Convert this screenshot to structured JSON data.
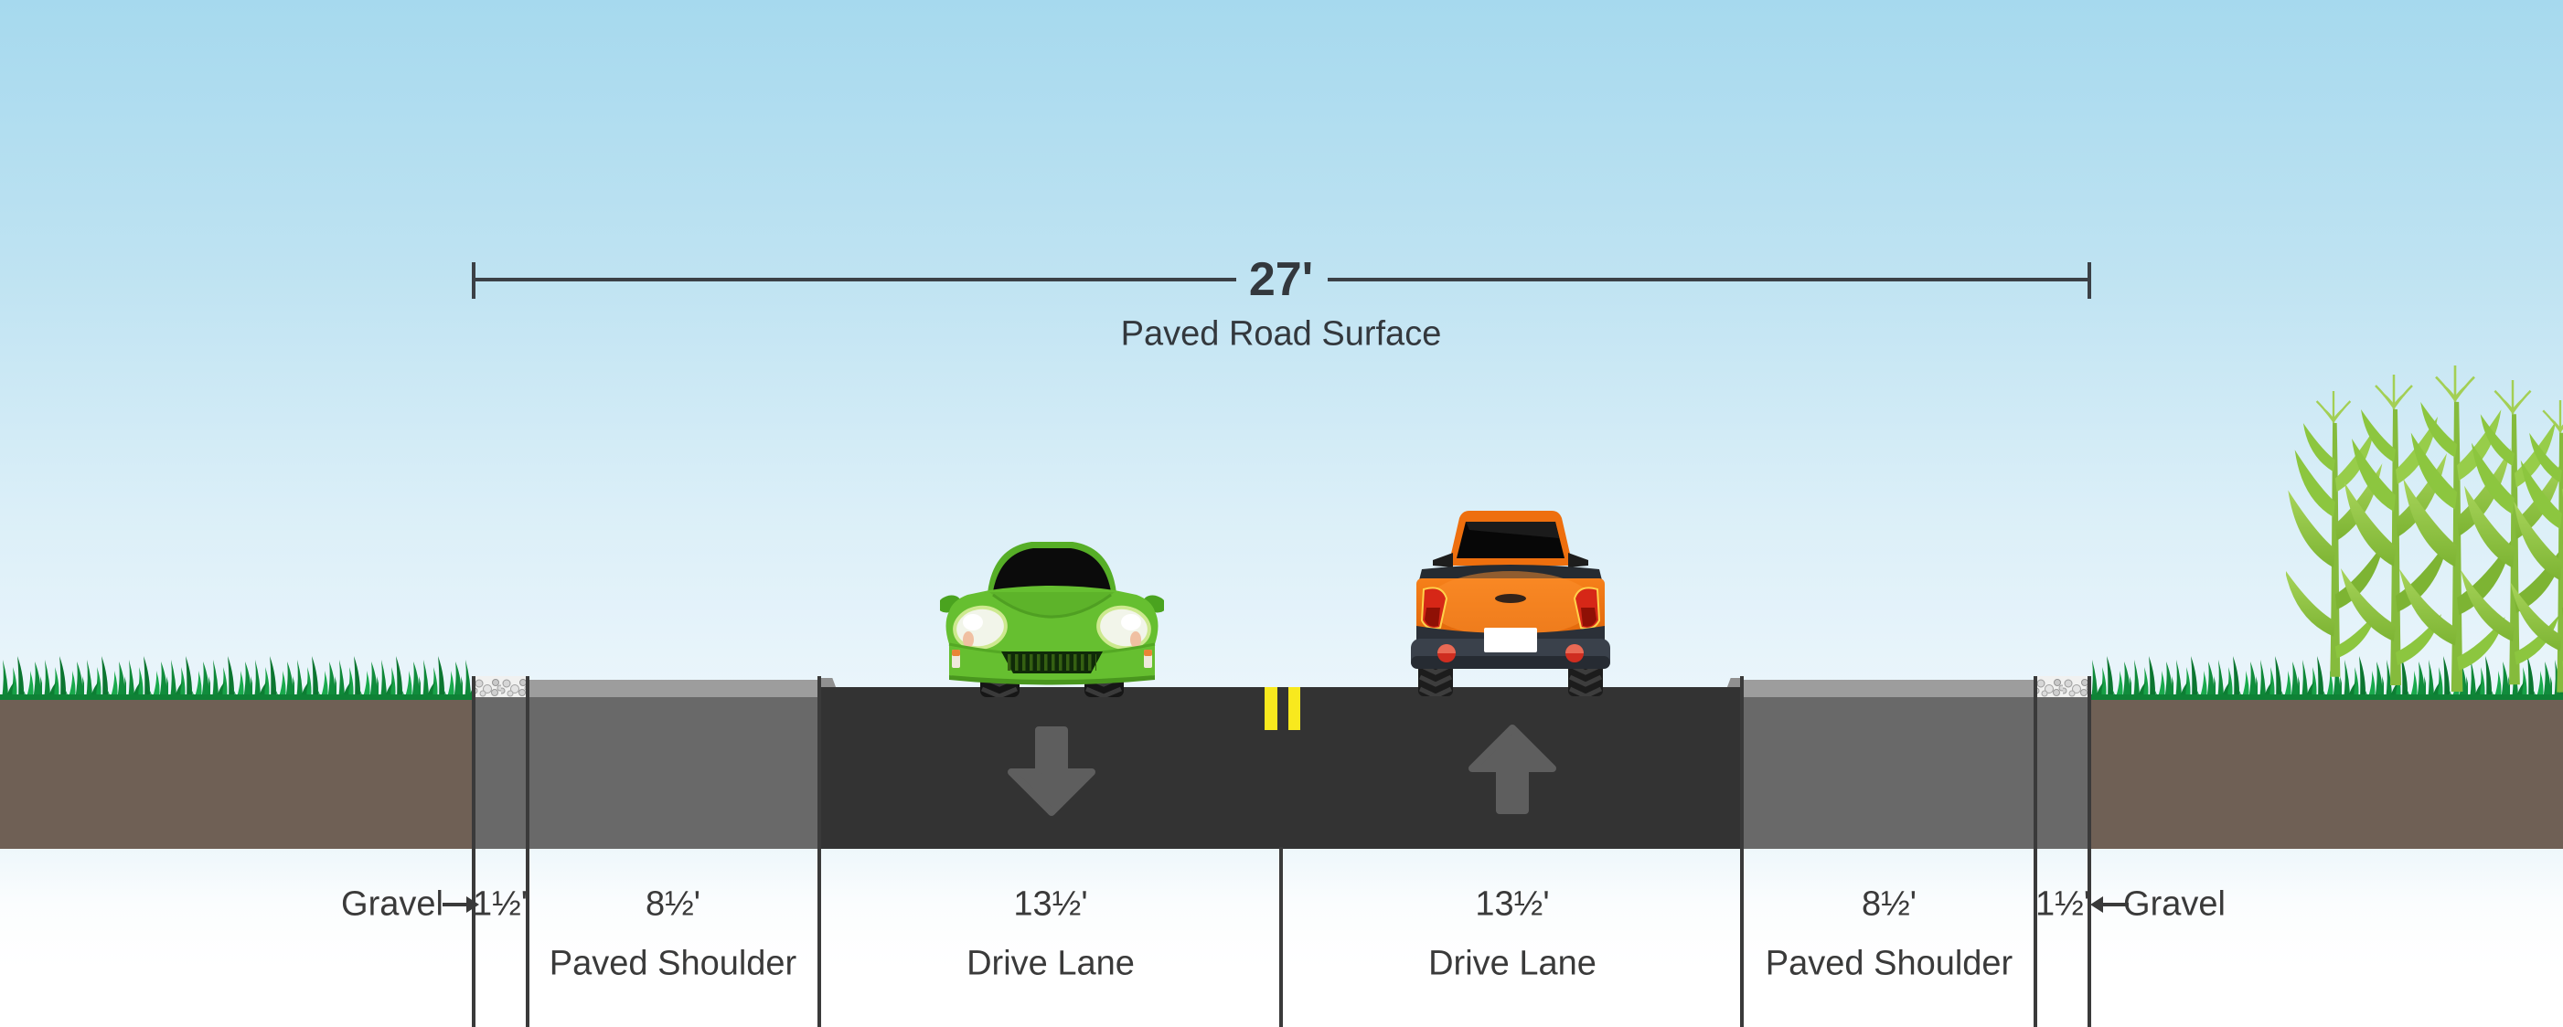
{
  "bracket": {
    "width_label": "27'",
    "surface_label": "Paved Road Surface"
  },
  "segments": {
    "gravel_left": {
      "width_label": "1½'",
      "name_label": "Gravel"
    },
    "shoulder_left": {
      "width_label": "8½'",
      "name_label": "Paved Shoulder"
    },
    "lane_left": {
      "width_label": "13½'",
      "name_label": "Drive Lane"
    },
    "lane_right": {
      "width_label": "13½'",
      "name_label": "Drive Lane"
    },
    "shoulder_right": {
      "width_label": "8½'",
      "name_label": "Paved Shoulder"
    },
    "gravel_right": {
      "width_label": "1½'",
      "name_label": "Gravel"
    }
  },
  "road": {
    "center_marking": "double-yellow-line",
    "left_lane_direction": "toward-viewer",
    "right_lane_direction": "away-from-viewer"
  },
  "vehicles": {
    "left_lane": "green-sports-car-front-view",
    "right_lane": "orange-pickup-truck-rear-view"
  },
  "scenery": {
    "left": "grass-over-soil",
    "right": "grass-corn-stalks-over-soil"
  },
  "colors": {
    "sky_top": "#a6d9ee",
    "sky_horizon": "#eef7fb",
    "asphalt": "#333333",
    "shoulder_body": "#696969",
    "shoulder_lip": "#9d9d9d",
    "soil": "#6f6055",
    "grass": "#12923e",
    "corn": "#8cc63f",
    "lane_marking_yellow": "#f8e91e",
    "lane_arrow": "#5e5e5e",
    "label_text": "#3a3a3a",
    "car_body_green": "#64bd2e",
    "truck_body_orange": "#ee6f0e"
  }
}
